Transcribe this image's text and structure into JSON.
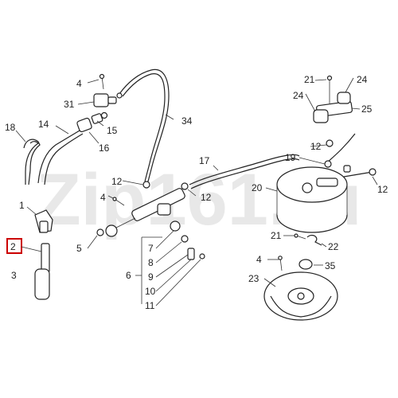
{
  "watermark": {
    "text": "Zip161.ru",
    "color": "#e8e8e8"
  },
  "highlight": {
    "color": "#cc0000"
  },
  "labels": {
    "p1": "1",
    "p2": "2",
    "p3": "3",
    "p4a": "4",
    "p4b": "4",
    "p4c": "4",
    "p5": "5",
    "p6": "6",
    "p7": "7",
    "p8": "8",
    "p9": "9",
    "p10": "10",
    "p11": "11",
    "p12a": "12",
    "p12b": "12",
    "p12c": "12",
    "p12d": "12",
    "p14": "14",
    "p15": "15",
    "p16": "16",
    "p17": "17",
    "p18": "18",
    "p19": "19",
    "p20": "20",
    "p21a": "21",
    "p21b": "21",
    "p22": "22",
    "p23": "23",
    "p24a": "24",
    "p24b": "24",
    "p25": "25",
    "p31": "31",
    "p34": "34",
    "p35": "35"
  }
}
